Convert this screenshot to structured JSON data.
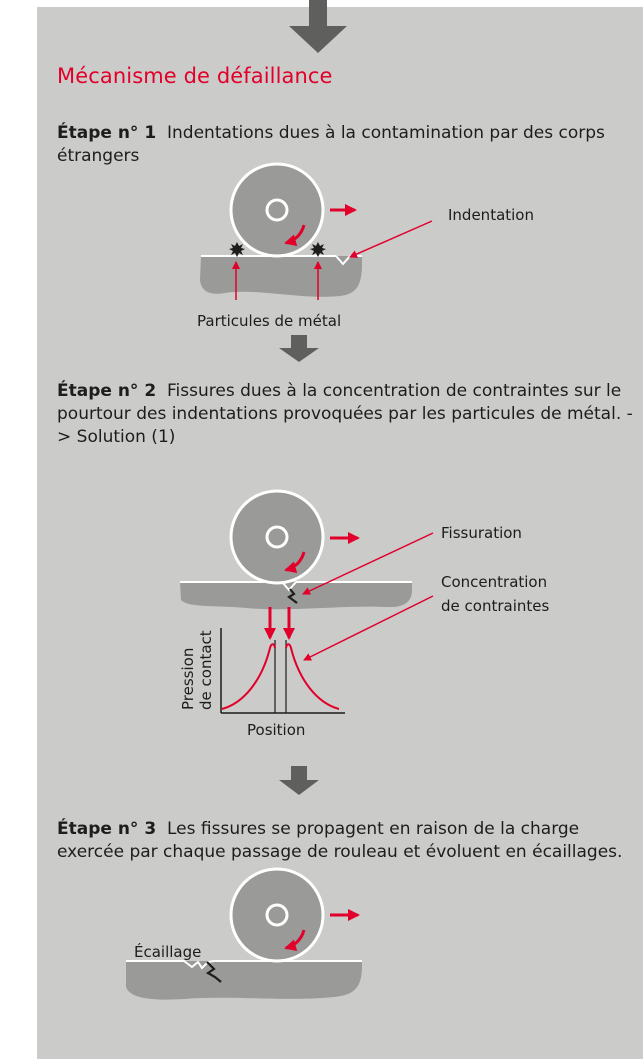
{
  "title": "Mécanisme de défaillance",
  "steps": [
    {
      "label": "Étape n° 1",
      "text": "Indentations dues à la contamination par des corps étrangers"
    },
    {
      "label": "Étape n° 2",
      "text": "Fissures dues à la concentration de contraintes sur le pourtour des indentations provoquées par les particules de métal. -> Solution (1)"
    },
    {
      "label": "Étape n° 3",
      "text": "Les fissures se propagent en raison de la charge exercée par chaque passage de rouleau et évoluent en écaillages."
    }
  ],
  "labels": {
    "indentation": "Indentation",
    "particles": "Particules de métal",
    "fissuration": "Fissuration",
    "concentration_line1": "Concentration",
    "concentration_line2": "de contraintes",
    "y_axis_line1": "Pression",
    "y_axis_line2": "de contact",
    "x_axis": "Position",
    "spalling": "Écaillage"
  },
  "colors": {
    "accent": "#e2002a",
    "panel": "#cbcbca",
    "ground": "#9a9a99",
    "arrow": "#5f5f5e"
  },
  "icons": [
    "flow-down-arrow",
    "roller",
    "direction-arrow",
    "rotation-arrow",
    "metal-particle",
    "crack"
  ]
}
